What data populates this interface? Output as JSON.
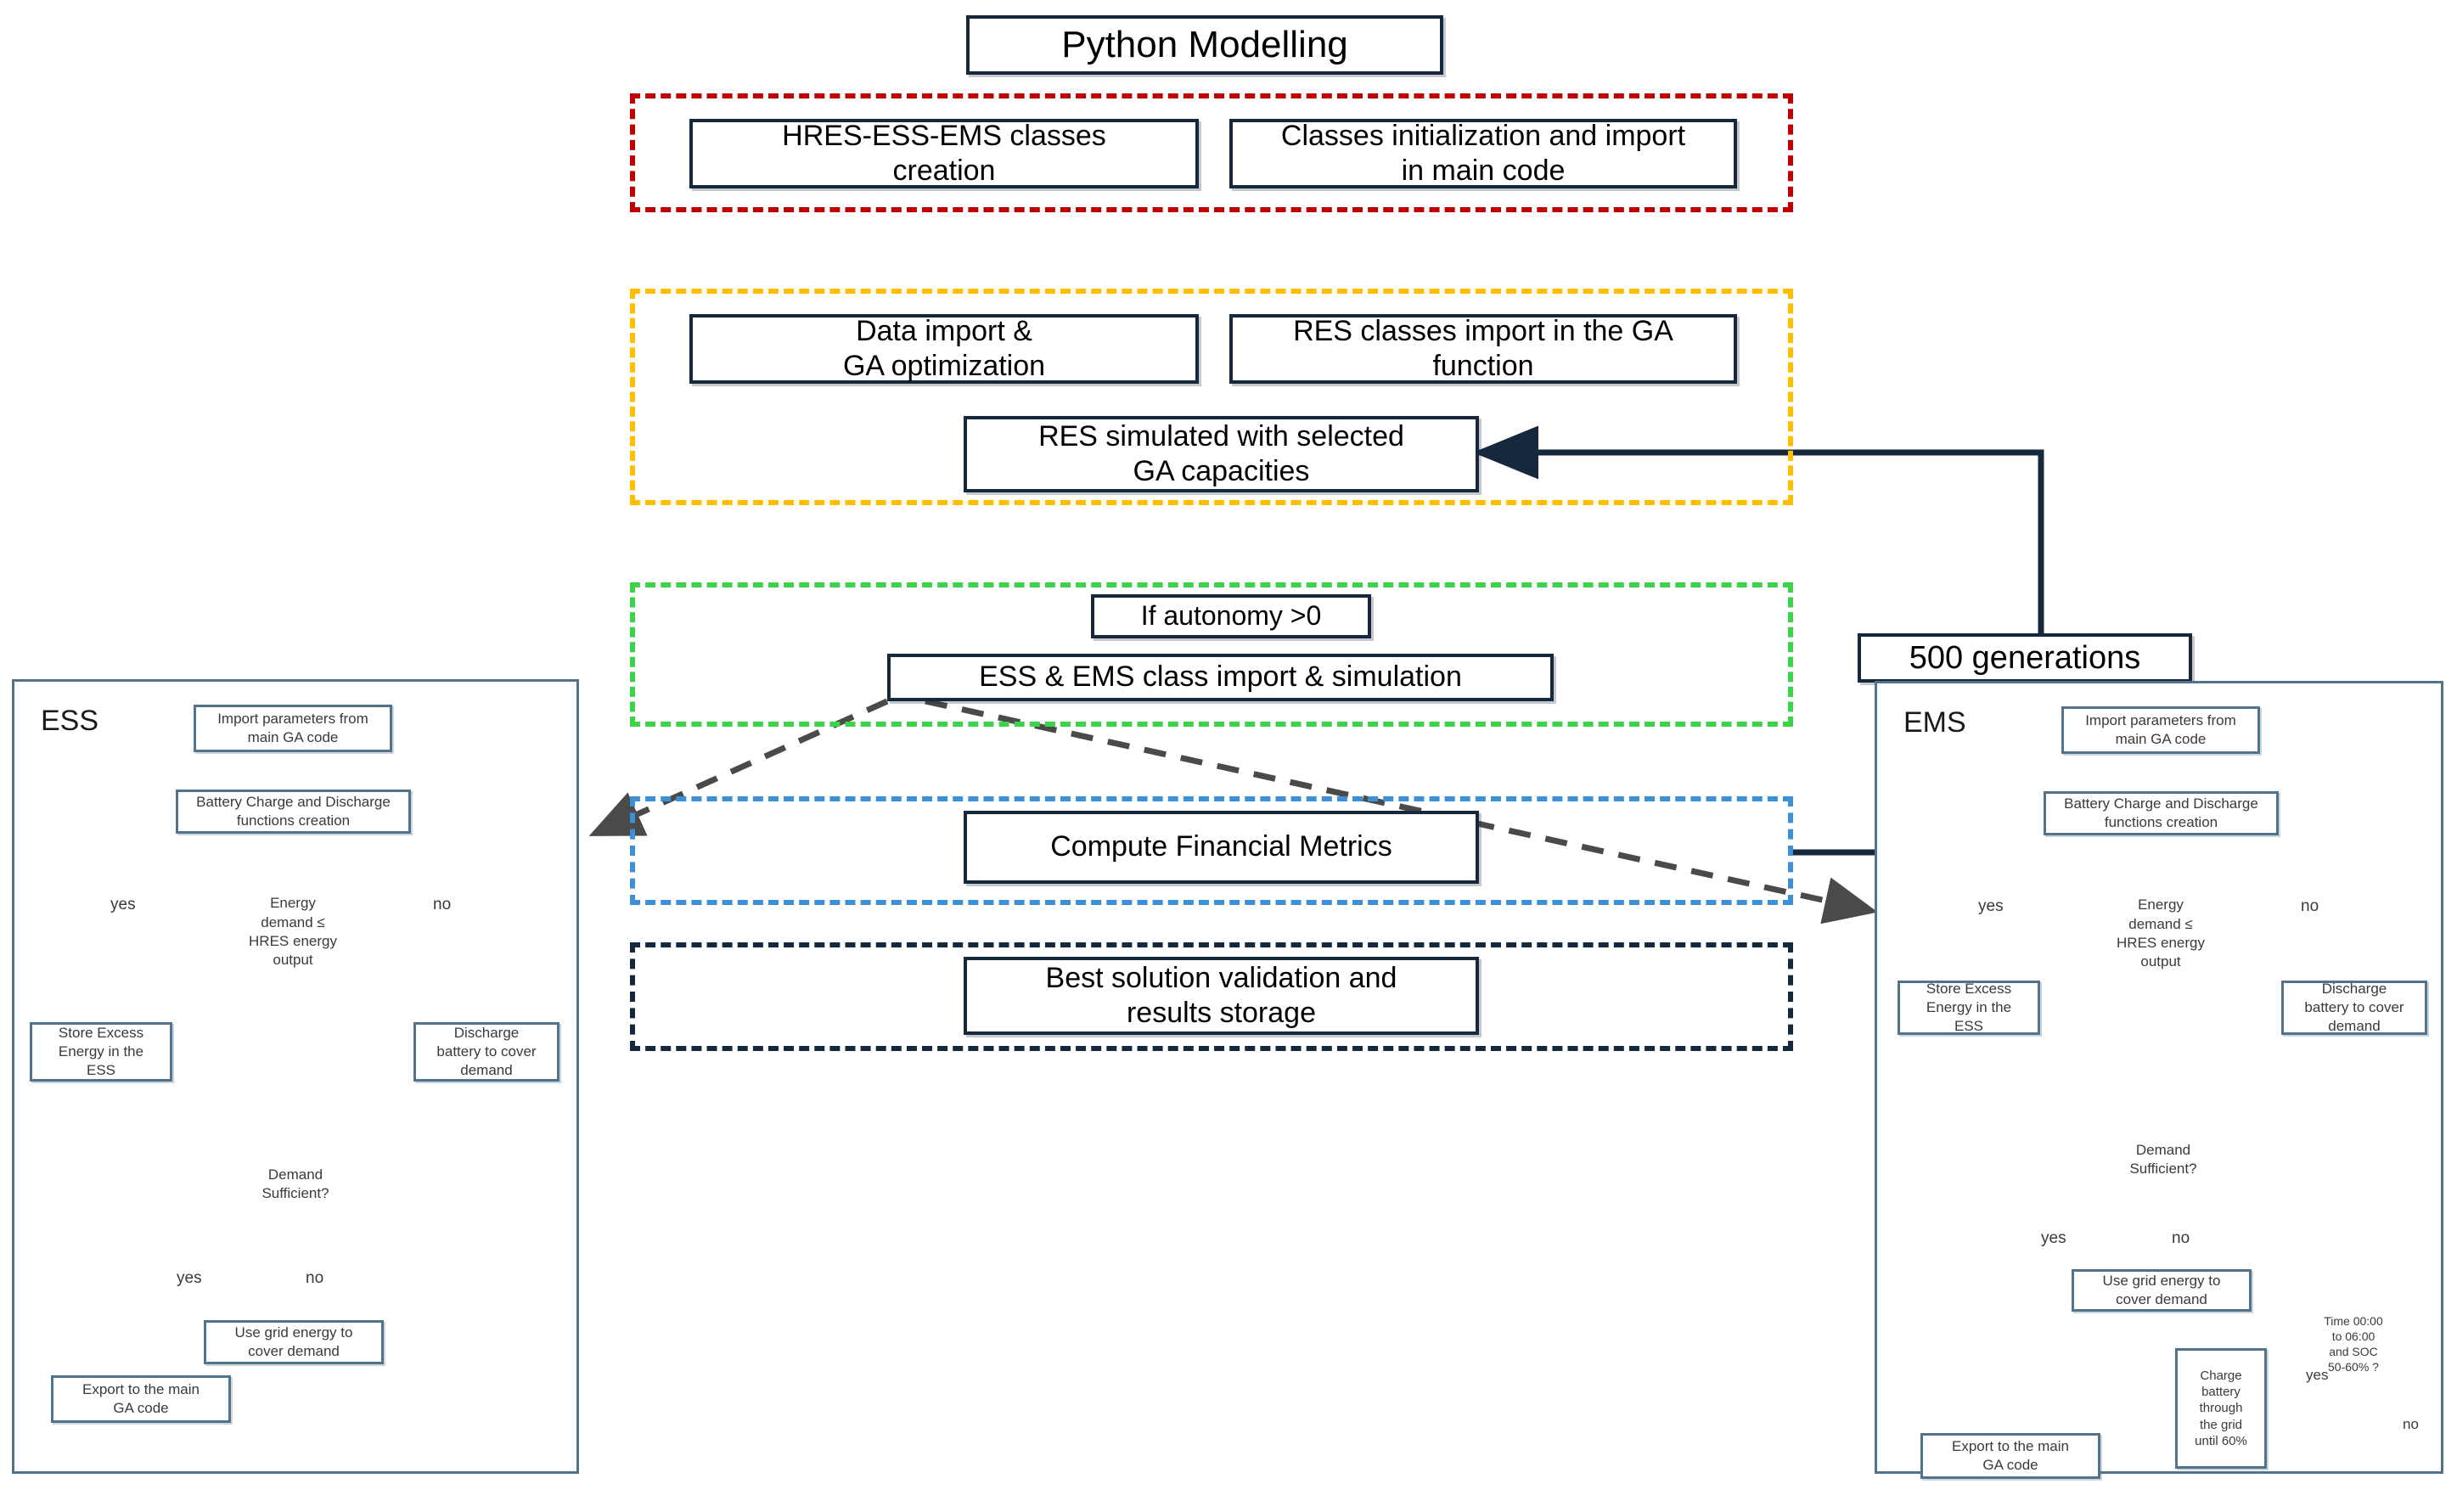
{
  "title_box": {
    "label": "Python Modelling"
  },
  "groups": [
    {
      "name": "classes-creation-group",
      "color": "#c00000"
    },
    {
      "name": "ga-optimization-group",
      "color": "#ffbf00"
    },
    {
      "name": "ess-ems-simulation-group",
      "color": "#3ad34a"
    },
    {
      "name": "financial-metrics-group",
      "color": "#3d8fd6"
    },
    {
      "name": "best-solution-group",
      "color": "#16283c"
    }
  ],
  "main_boxes": {
    "hres_classes": "HRES-ESS-EMS classes\ncreation",
    "hres_classes_l1": "HRES-ESS-EMS classes",
    "hres_classes_l2": "creation",
    "classes_init_l1": "Classes initialization and import",
    "classes_init_l2": "in main code",
    "data_import_l1": "Data import &",
    "data_import_l2": "GA optimization",
    "res_classes_l1": "RES classes import in the GA",
    "res_classes_l2": "function",
    "res_simulated_l1": "RES simulated with selected",
    "res_simulated_l2": "GA capacities",
    "if_autonomy": "If autonomy >0",
    "ess_ems_import": "ESS & EMS class import & simulation",
    "compute_financial": "Compute Financial Metrics",
    "best_solution_l1": "Best solution validation and",
    "best_solution_l2": "results storage",
    "generations": "500 generations"
  },
  "ess": {
    "label": "ESS",
    "nodes": {
      "import_params_l1": "Import parameters from",
      "import_params_l2": "main GA code",
      "battery_fn_l1": "Battery Charge and Discharge",
      "battery_fn_l2": "functions creation",
      "energy_demand_l1": "Energy",
      "energy_demand_l2": "demand ≤",
      "energy_demand_l3": "HRES energy",
      "energy_demand_l4": "output",
      "store_excess_l1": "Store Excess",
      "store_excess_l2": "Energy in the",
      "store_excess_l3": "ESS",
      "discharge_l1": "Discharge",
      "discharge_l2": "battery to cover",
      "discharge_l3": "demand",
      "demand_sufficient_l1": "Demand",
      "demand_sufficient_l2": "Sufficient?",
      "use_grid_l1": "Use grid energy to",
      "use_grid_l2": "cover demand",
      "export_l1": "Export to the main",
      "export_l2": "GA code"
    },
    "edge_labels": {
      "yes1": "yes",
      "no1": "no",
      "yes2": "yes",
      "no2": "no"
    }
  },
  "ems": {
    "label": "EMS",
    "nodes": {
      "import_params_l1": "Import parameters from",
      "import_params_l2": "main GA code",
      "battery_fn_l1": "Battery Charge and Discharge",
      "battery_fn_l2": "functions creation",
      "energy_demand_l1": "Energy",
      "energy_demand_l2": "demand ≤",
      "energy_demand_l3": "HRES energy",
      "energy_demand_l4": "output",
      "store_excess_l1": "Store Excess",
      "store_excess_l2": "Energy in the",
      "store_excess_l3": "ESS",
      "discharge_l1": "Discharge",
      "discharge_l2": "battery to cover",
      "discharge_l3": "demand",
      "demand_sufficient_l1": "Demand",
      "demand_sufficient_l2": "Sufficient?",
      "use_grid_l1": "Use grid energy to",
      "use_grid_l2": "cover demand",
      "time_soc_l1": "Time 00:00",
      "time_soc_l2": "to 06:00",
      "time_soc_l3": "and SOC",
      "time_soc_l4": "50-60% ?",
      "charge_l1": "Charge",
      "charge_l2": "battery",
      "charge_l3": "through",
      "charge_l4": "the grid",
      "charge_l5": "until 60%",
      "export_l1": "Export to the main",
      "export_l2": "GA code"
    },
    "edge_labels": {
      "yes1": "yes",
      "no1": "no",
      "yes2": "yes",
      "no2": "no",
      "yes3": "yes",
      "no3": "no"
    }
  },
  "colors": {
    "box_border": "#16283c",
    "node_border": "#51738c",
    "red": "#c00000",
    "orange": "#ffbf00",
    "green": "#3ad34a",
    "blue": "#3d8fd6",
    "dark": "#16283c",
    "arrow": "#3a3a3a"
  }
}
